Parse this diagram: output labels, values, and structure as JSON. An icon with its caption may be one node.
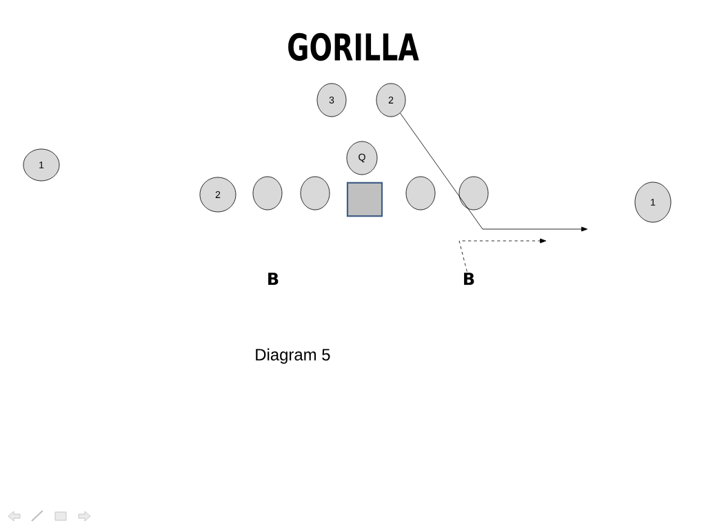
{
  "diagram": {
    "title": "GORILLA",
    "caption": "Diagram 5",
    "nodes": [
      {
        "text": [
          "3"
        ]
      },
      {
        "text": [
          "2"
        ]
      },
      {
        "text": [
          "1"
        ]
      },
      {
        "text": [
          "Q"
        ]
      },
      {
        "text": [
          "2"
        ]
      },
      {
        "text": [],
        "shape": "circle"
      },
      {
        "text": [],
        "shape": "circle"
      },
      {
        "text": [],
        "shape": "box"
      },
      {
        "text": [],
        "shape": "circle"
      },
      {
        "text": [],
        "shape": "circle"
      },
      {
        "text": [
          "1"
        ]
      },
      {
        "text": [
          "B"
        ]
      }
    ],
    "edges": [
      {
        "from": 1,
        "to": null,
        "arrow": "to"
      },
      {
        "from": 11,
        "to": null,
        "arrow": "to",
        "style": "dashed"
      }
    ],
    "labels": [
      "B"
    ]
  }
}
